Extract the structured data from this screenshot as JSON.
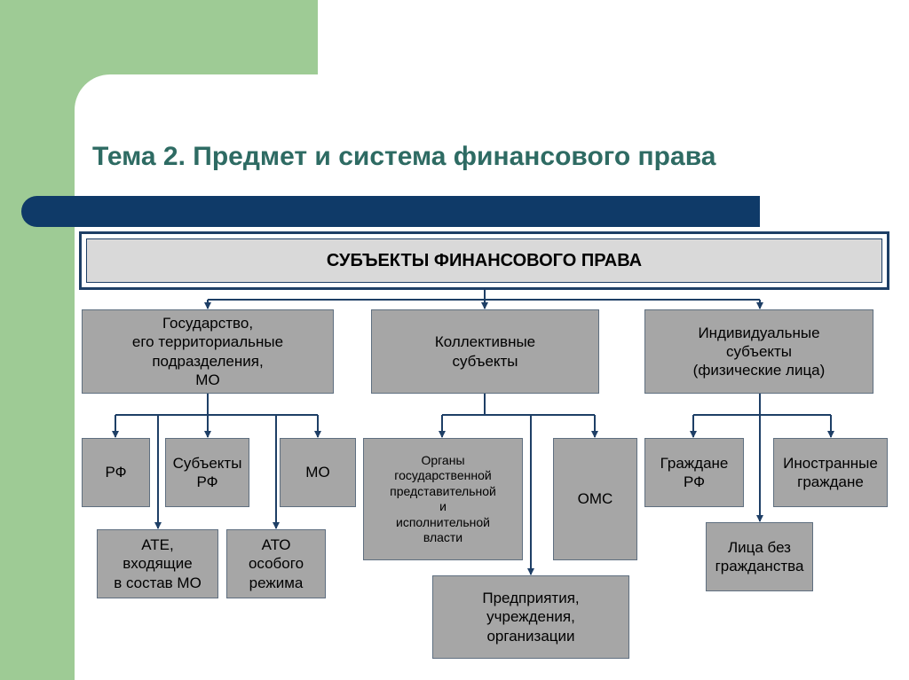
{
  "slide": {
    "title": "Тема 2. Предмет и система финансового права",
    "header": "СУБЪЕКТЫ ФИНАНСОВОГО ПРАВА"
  },
  "level1": {
    "state": "Государство,\nего территориальные\nподразделения,\nМО",
    "collective": "Коллективные\nсубъекты",
    "individual": "Индивидуальные\nсубъекты\n(физические лица)"
  },
  "state_children": {
    "rf": "РФ",
    "subjects_rf": "Субъекты\nРФ",
    "mo": "МО",
    "ate": "АТЕ,\nвходящие\nв состав МО",
    "ato": "АТО\nособого\nрежима"
  },
  "collective_children": {
    "organs": "Органы\nгосударственной\nпредставительной\nи\nисполнительной\nвласти",
    "oms": "ОМС",
    "enterprises": "Предприятия,\nучреждения,\nорганизации"
  },
  "individual_children": {
    "citizens_rf": "Граждане\nРФ",
    "foreign": "Иностранные\nграждане",
    "stateless": "Лица без\nгражданства"
  },
  "colors": {
    "green_bg": "#9ecb95",
    "title_color": "#2e6b63",
    "navy_bar": "#0f3a68",
    "box_fill": "#a6a6a6",
    "header_fill": "#d9d9d9",
    "connector": "#1e3f66"
  }
}
